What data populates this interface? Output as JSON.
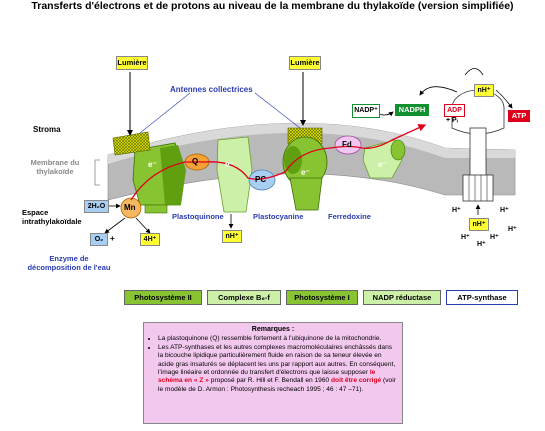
{
  "title": "Transferts d'électrons et de protons au niveau de la membrane du thylakoïde (version simplifiée)",
  "labels": {
    "lumiere1": "Lumière",
    "lumiere2": "Lumière",
    "antennes": "Antennes collectrices",
    "stroma": "Stroma",
    "membrane": "Membrane du thylakoïde",
    "espace": "Espace intrathylakoïdale",
    "enzyme": "Enzyme de décomposition de l'eau",
    "plastoquinone": "Plastoquinone",
    "plastocyanine": "Plastocyanine",
    "ferredoxine": "Ferredoxine",
    "q": "Q",
    "pc": "PC",
    "fd": "Fd",
    "mn": "Mn",
    "h2o": "2H₂O",
    "o2": "O₂",
    "plus": "+",
    "h4": "4H⁺",
    "nh_lumen": "nH⁺",
    "nh_top": "nH⁺",
    "nh_bottom": "nH⁺",
    "nadp": "NADP⁺",
    "nadph": "NADPH",
    "adp": "ADP",
    "pi": "+ Pᵢ",
    "atp": "ATP",
    "eminus": "e⁻",
    "hplus": "H⁺"
  },
  "legend": [
    {
      "label": "Photosystème II",
      "color": "#88c431"
    },
    {
      "label": "Complexe B₆-f",
      "color": "#ccf0a8"
    },
    {
      "label": "Photosystème I",
      "color": "#88c431"
    },
    {
      "label": "NADP réductase",
      "color": "#ccf0a8"
    },
    {
      "label": "ATP-synthase",
      "color": "#ffffff"
    }
  ],
  "remarks": {
    "title": "Remarques :",
    "item1": "La plastoquinone (Q) ressemble fortement à l'ubiquinone de la mitochondrie.",
    "item2_a": "Les ATP-synthases et les autres complexes macromoléculaires enchâssés dans la bicouche lipidique particulièrement fluide en raison de sa teneur élevée en acide gras insaturés se déplacent les uns par rapport aux autres. En conséquent, l'image linéaire et ordonnée du transfert d'électrons que laisse supposer ",
    "item2_red1": "le schéma en « Z »",
    "item2_b": " proposé par R. Hill et F. Bendall en 1960 ",
    "item2_red2": "doit être corrigé",
    "item2_c": " (voir le modèle de D. Armon : Photosynthesis recheach 1995 ; 46 : 47 –71)."
  },
  "colors": {
    "membrane": "#b9b9b9",
    "membrane_top": "#d9d9d9",
    "protein_dark": "#5f9f10",
    "protein": "#88c431",
    "protein_light": "#ccf0a8",
    "arrow_red": "#e0001b",
    "yellow": "#ffff33",
    "blue_label": "#2a3cb0",
    "nadph": "#12902d"
  }
}
